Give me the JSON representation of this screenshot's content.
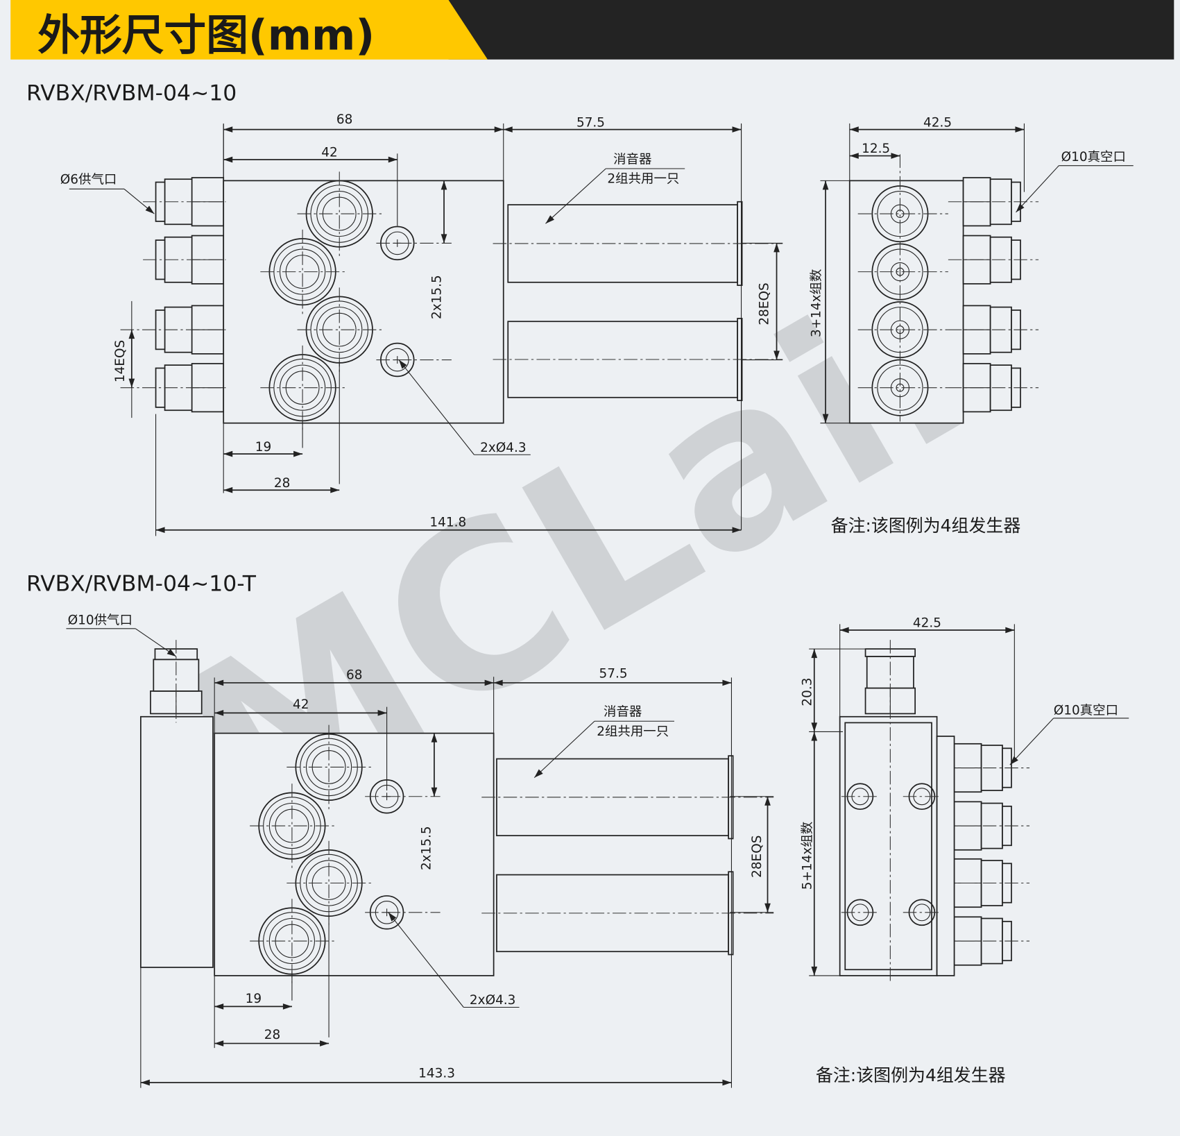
{
  "header": {
    "title": "外形尺寸图(mm)",
    "accent_color": "#ffc800",
    "dark_color": "#232323"
  },
  "watermark": "MCLair",
  "section1": {
    "title": "RVBX/RVBM-04~10",
    "dims": {
      "d68": "68",
      "d57_5": "57.5",
      "d42": "42",
      "d19": "19",
      "d28": "28",
      "d141_8": "141.8",
      "d2x15_5": "2x15.5",
      "d28eqs": "28EQS",
      "d14eqs": "14EQS",
      "d42_5": "42.5",
      "d12_5": "12.5",
      "d3_14": "3+14x组数"
    },
    "labels": {
      "supply": "Ø6供气口",
      "silencer": "消音器",
      "silencer_note": "2组共用一只",
      "holes": "2xØ4.3",
      "vacuum": "Ø10真空口"
    },
    "note": "备注:该图例为4组发生器"
  },
  "section2": {
    "title": "RVBX/RVBM-04~10-T",
    "dims": {
      "d68": "68",
      "d57_5": "57.5",
      "d42": "42",
      "d19": "19",
      "d28": "28",
      "d143_3": "143.3",
      "d2x15_5": "2x15.5",
      "d28eqs": "28EQS",
      "d42_5": "42.5",
      "d20_3": "20.3",
      "d5_14": "5+14x组数"
    },
    "labels": {
      "supply": "Ø10供气口",
      "silencer": "消音器",
      "silencer_note": "2组共用一只",
      "holes": "2xØ4.3",
      "vacuum": "Ø10真空口"
    },
    "note": "备注:该图例为4组发生器"
  }
}
